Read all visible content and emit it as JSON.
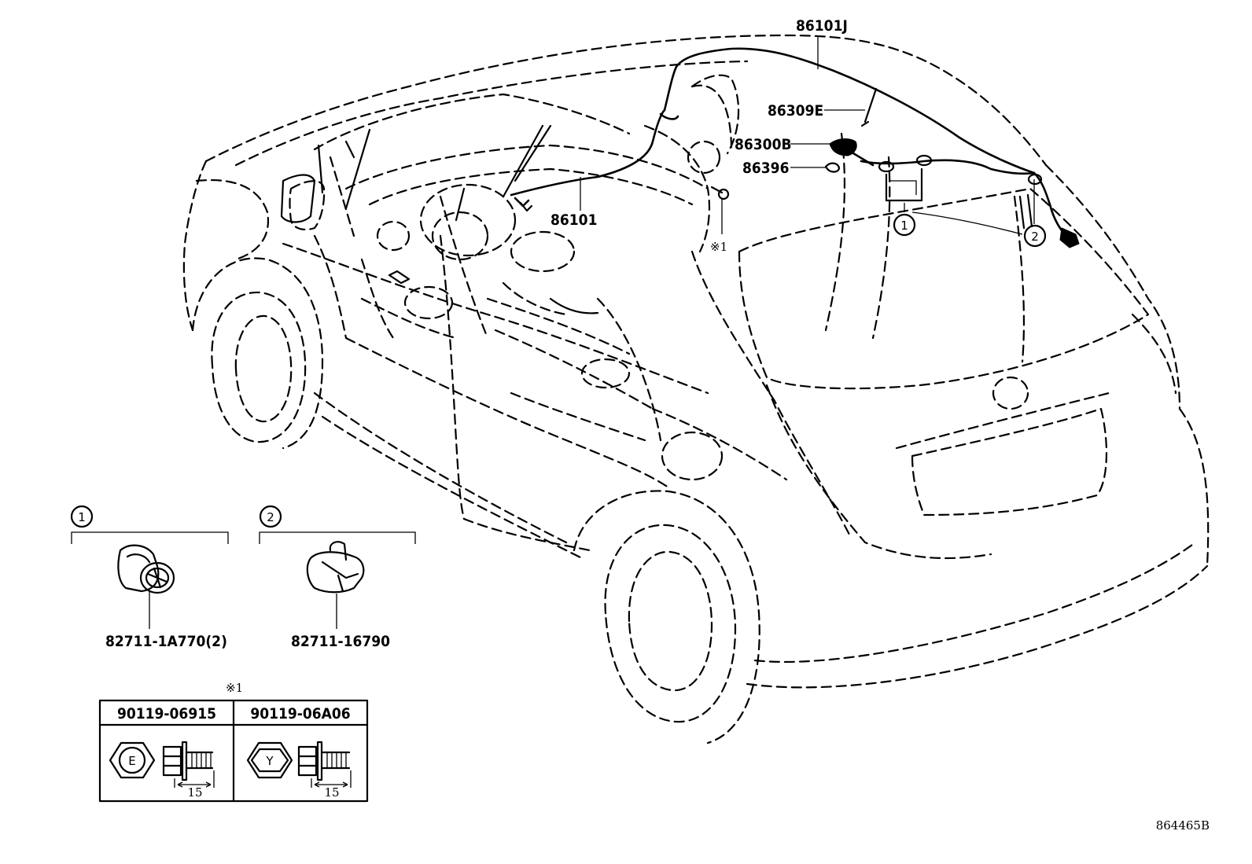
{
  "parts": {
    "p_86101J": "86101J",
    "p_86309E": "86309E",
    "p_86300B": "86300B",
    "p_86396": "86396",
    "p_86101": "86101",
    "ref_note": "※1"
  },
  "callouts": {
    "c1": "1",
    "c2": "2"
  },
  "detail1": {
    "number": "1",
    "part": "82711-1A770(2)"
  },
  "detail2": {
    "number": "2",
    "part": "82711-16790"
  },
  "bolt_table": {
    "note": "※1",
    "col1_part": "90119-06915",
    "col1_mark": "E",
    "col1_length": "15",
    "col2_part": "90119-06A06",
    "col2_mark": "Y",
    "col2_length": "15"
  },
  "diagram_code": "864465B"
}
